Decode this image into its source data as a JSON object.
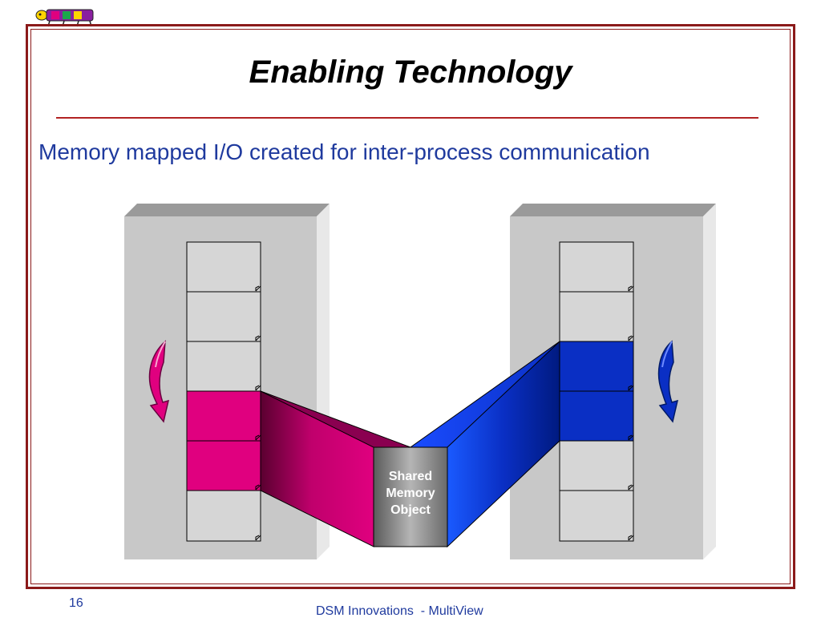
{
  "slide": {
    "title": "Enabling Technology",
    "subtitle": "Memory mapped I/O created for inter-process communication",
    "page_number": "16",
    "footer": "DSM Innovations  - MultiView"
  },
  "diagram": {
    "shared_memory_label": [
      "Shared",
      "Memory",
      "Object"
    ],
    "left_process": {
      "pages": 6,
      "mapped_pages": [
        4,
        5
      ],
      "color": "#e0007f"
    },
    "right_process": {
      "pages": 6,
      "mapped_pages": [
        3,
        4
      ],
      "color": "#0a2fc4"
    }
  },
  "colors": {
    "frame": "#8b1a1a",
    "title_rule": "#b22222",
    "text_blue": "#1f3a9e",
    "magenta": "#e0007f",
    "blue": "#0a2fc4",
    "panel_grey": "#c8c8c8"
  },
  "icons": [
    "logo-icon",
    "circular-arrow-icon"
  ]
}
